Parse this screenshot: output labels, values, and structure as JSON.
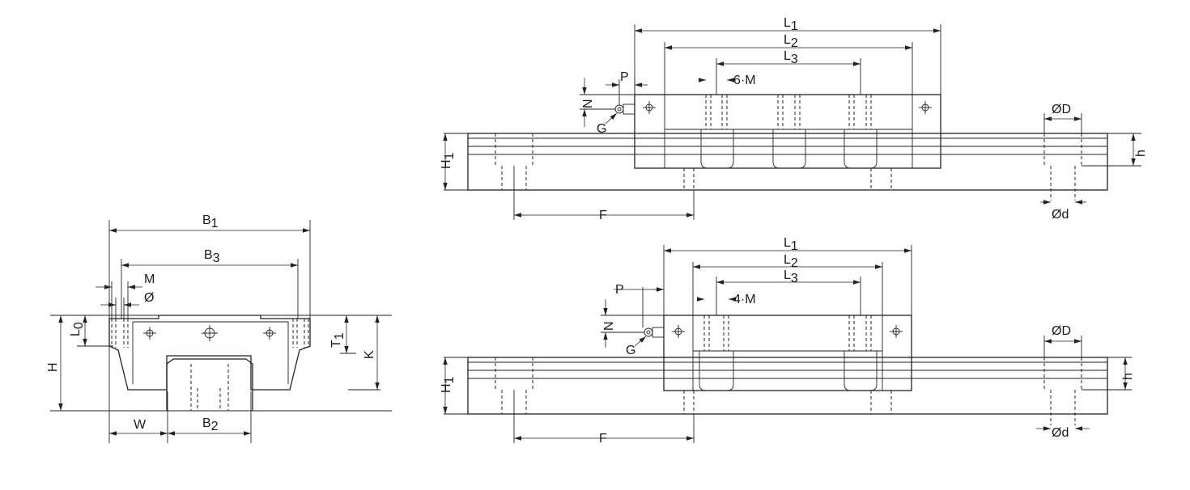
{
  "front_view": {
    "labels": {
      "B1": "B",
      "B1_sub": "1",
      "B3": "B",
      "B3_sub": "3",
      "B2": "B",
      "B2_sub": "2",
      "M": "M",
      "phi": "Ø",
      "L0": "L",
      "L0_sub": "0",
      "H": "H",
      "T1": "T",
      "T1_sub": "1",
      "K": "K",
      "W": "W"
    }
  },
  "side_view_long": {
    "labels": {
      "L1": "L",
      "L1_sub": "1",
      "L2": "L",
      "L2_sub": "2",
      "L3": "L",
      "L3_sub": "3",
      "P": "P",
      "N": "N",
      "G": "G",
      "holes": "6·M",
      "H1": "H",
      "H1_sub": "1",
      "F": "F",
      "OD": "ØD",
      "Od": "Ød",
      "h": "h"
    }
  },
  "side_view_short": {
    "labels": {
      "L1": "L",
      "L1_sub": "1",
      "L2": "L",
      "L2_sub": "2",
      "L3": "L",
      "L3_sub": "3",
      "P": "P",
      "N": "N",
      "G": "G",
      "holes": "4·M",
      "H1": "H",
      "H1_sub": "1",
      "F": "F",
      "OD": "ØD",
      "Od": "Ød",
      "h": "h"
    }
  }
}
